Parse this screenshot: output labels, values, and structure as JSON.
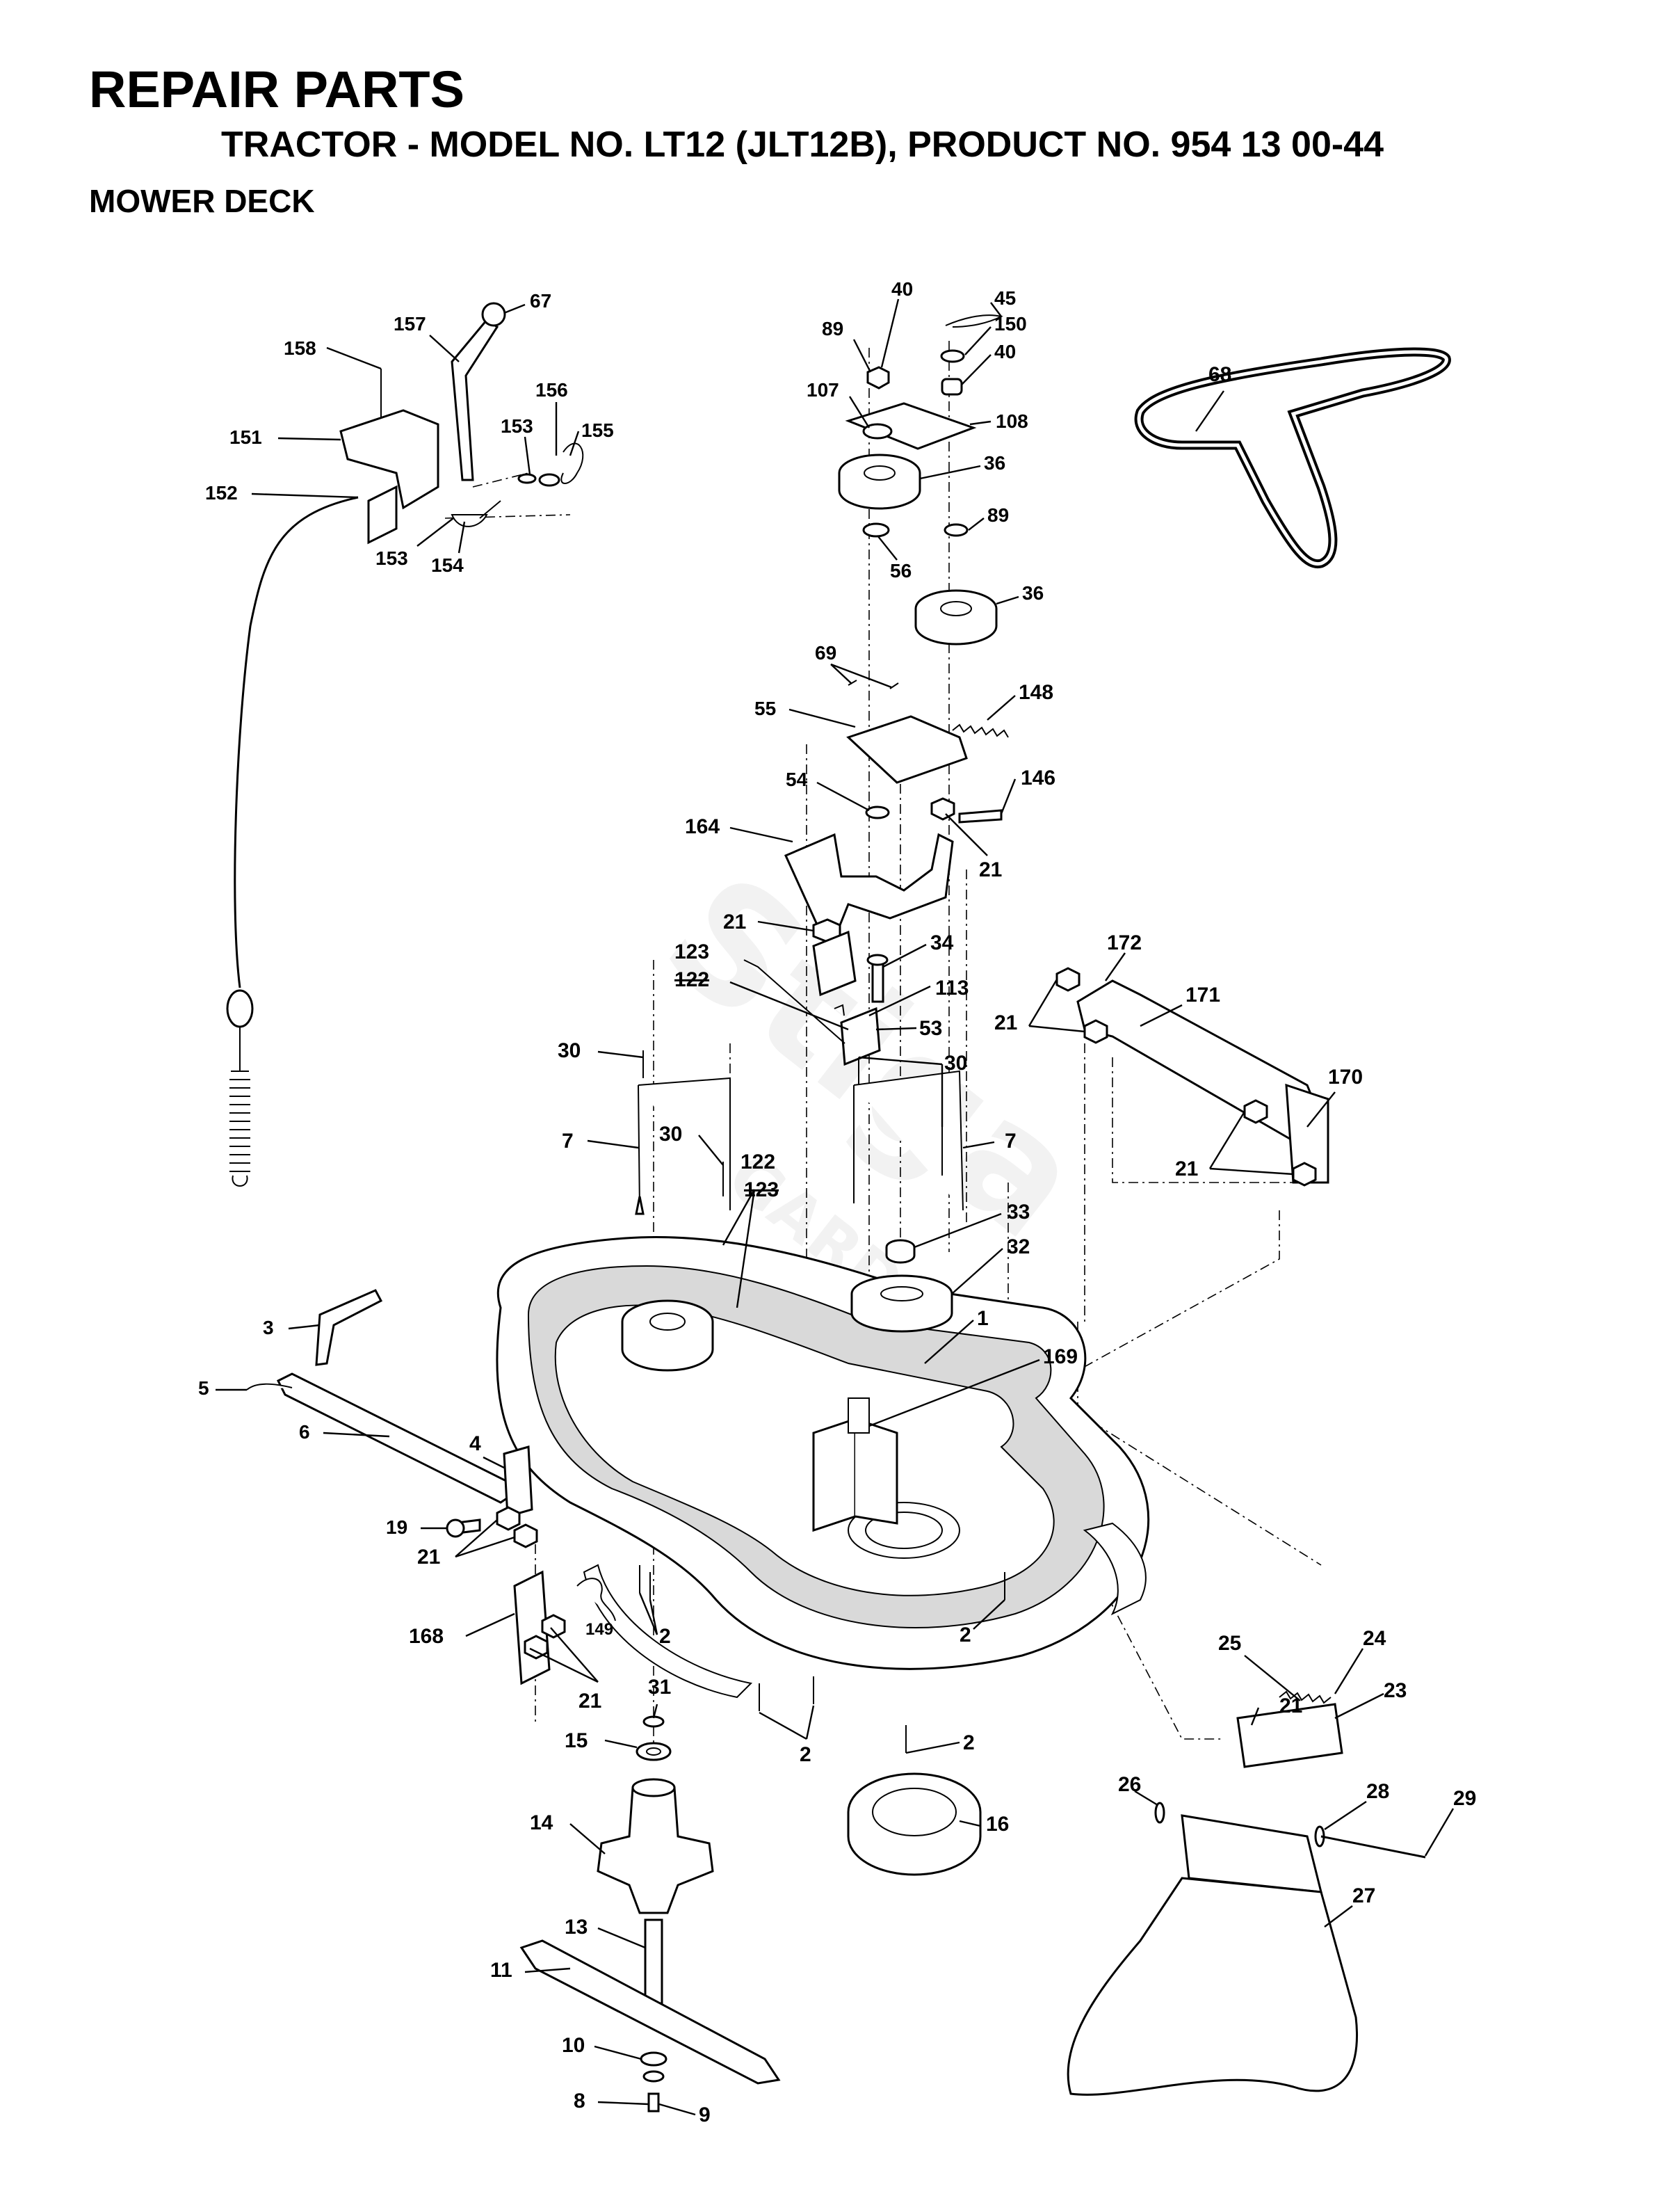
{
  "header": {
    "title": "REPAIR PARTS",
    "subtitle": "TRACTOR - MODEL NO. LT12 (JLT12B), PRODUCT NO. 954 13 00-44",
    "section": "MOWER DECK"
  },
  "watermark": {
    "text": "Stiga",
    "subtext": "GARDEN",
    "color": "#f2f2f2"
  },
  "callouts": {
    "c1": "1",
    "c2a": "2",
    "c2b": "2",
    "c2c": "2",
    "c2d": "2",
    "c3": "3",
    "c4": "4",
    "c5": "5",
    "c6": "6",
    "c7a": "7",
    "c7b": "7",
    "c8": "8",
    "c9": "9",
    "c10": "10",
    "c11": "11",
    "c13": "13",
    "c14": "14",
    "c15": "15",
    "c16": "16",
    "c19": "19",
    "c21a": "21",
    "c21b": "21",
    "c21c": "21",
    "c21d": "21",
    "c21e": "21",
    "c21f": "21",
    "c21g": "21",
    "c23": "23",
    "c24": "24",
    "c25": "25",
    "c26": "26",
    "c27": "27",
    "c28": "28",
    "c29": "29",
    "c30a": "30",
    "c30b": "30",
    "c30c": "30",
    "c31": "31",
    "c32": "32",
    "c33": "33",
    "c34": "34",
    "c36a": "36",
    "c36b": "36",
    "c40a": "40",
    "c40b": "40",
    "c45": "45",
    "c53": "53",
    "c54": "54",
    "c55": "55",
    "c56": "56",
    "c67": "67",
    "c68": "68",
    "c69": "69",
    "c89a": "89",
    "c89b": "89",
    "c107": "107",
    "c108": "108",
    "c113": "113",
    "c122a": "122",
    "c123a": "123",
    "c122b": "122",
    "c123b": "123",
    "c146": "146",
    "c148": "148",
    "c149": "149",
    "c150": "150",
    "c151": "151",
    "c152": "152",
    "c153a": "153",
    "c153b": "153",
    "c154": "154",
    "c155": "155",
    "c156": "156",
    "c157": "157",
    "c158": "158",
    "c164": "164",
    "c168": "168",
    "c169": "169",
    "c170": "170",
    "c171": "171",
    "c172": "172"
  }
}
